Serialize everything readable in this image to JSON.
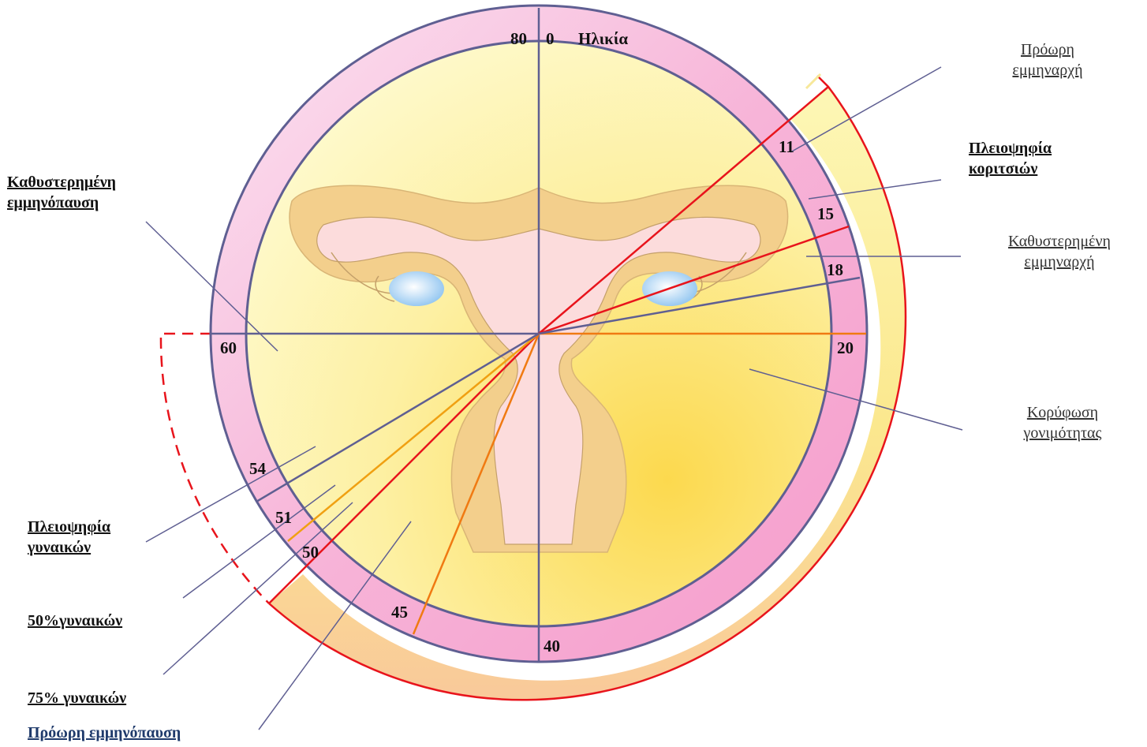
{
  "title": "",
  "ring_ticks": {
    "t0": "0",
    "t80": "80",
    "age": "Ηλικία",
    "t11": "11",
    "t15": "15",
    "t18": "18",
    "t20": "20",
    "t40": "40",
    "t45": "45",
    "t50": "50",
    "t51": "51",
    "t54": "54",
    "t60": "60"
  },
  "labels": {
    "early_menarche": {
      "line1": "Πρόωρη",
      "line2": "εμμηναρχή"
    },
    "majority_girls": {
      "line1": "Πλειοψηφία",
      "line2": "κοριτσιών"
    },
    "late_menarche": {
      "line1": "Καθυστερημένη",
      "line2": "εμμηναρχή"
    },
    "peak_fertility": {
      "line1": "Κορύφωση",
      "line2": "γονιμότητας"
    },
    "late_menopause": {
      "line1": "Καθυστερημένη",
      "line2": "εμμηνόπαυση"
    },
    "majority_women": {
      "line1": "Πλειοψηφία",
      "line2": "γυναικών"
    },
    "women_50": "50%γυναικών",
    "women_75": "75% γυναικών",
    "early_menopause": "Πρόωρη εμμηνόπαυση"
  },
  "colors": {
    "ring_pink": "#f6a9d2",
    "inner_yellow": "#fdf3a8",
    "outer_band": "#fbe98a",
    "red_line": "#e8141c",
    "orange_line": "#f07a12",
    "slate_line": "#5f5f92",
    "ovary_blue": "#a9d4f5",
    "uterus_tan": "#f3cf8c",
    "uterus_pink": "#fcdcdc"
  }
}
